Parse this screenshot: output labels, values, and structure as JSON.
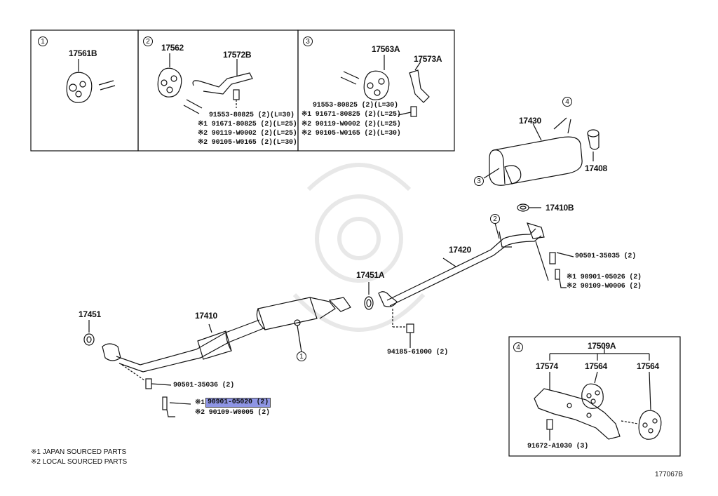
{
  "box1": {
    "num": "1",
    "part": "17561B"
  },
  "box2": {
    "num": "2",
    "part_a": "17562",
    "part_b": "17572B",
    "lines": [
      "91553-80825 (2)(L=30)",
      "※1 91671-80825 (2)(L=25)",
      "※2 90119-W0002 (2)(L=25)",
      "※2 90105-W0165 (2)(L=30)"
    ]
  },
  "box3": {
    "num": "3",
    "part_a": "17563A",
    "part_b": "17573A",
    "lines": [
      "91553-80825 (2)(L=30)",
      "※1 91671-80825 (2)(L=25)",
      "※2 90119-W0002 (2)(L=25)",
      "※2 90105-W0165 (2)(L=30)"
    ]
  },
  "muffler": {
    "part": "17430",
    "tip": "17408",
    "callout_4": "4",
    "callout_3": "3"
  },
  "gasket_17410b": "17410B",
  "center_pipe": {
    "part": "17420",
    "callout_2": "2",
    "bolt": "90501-35035 (2)",
    "nut1": "※1 90901-05026 (2)",
    "nut2": "※2 90109-W0006 (2)"
  },
  "gasket_17451a": "17451A",
  "nut_94185": "94185-61000 (2)",
  "front_pipe": {
    "part": "17410",
    "callout_1": "1"
  },
  "gasket_17451": "17451",
  "front_bolts": {
    "spring": "90501-35036 (2)",
    "nut1_prefix": "※1",
    "nut1": "90901-05020 (2)",
    "nut2": "※2 90109-W0005 (2)"
  },
  "box4": {
    "num": "4",
    "assembly": "17509A",
    "bracket": "17574",
    "hanger1": "17564",
    "hanger2": "17564",
    "bolt": "91672-A1030 (3)"
  },
  "notes": [
    "※1 JAPAN SOURCED PARTS",
    "※2 LOCAL SOURCED PARTS"
  ],
  "diagram_code": "177067B",
  "colors": {
    "highlight": "#8e95e4",
    "line": "#111111"
  }
}
